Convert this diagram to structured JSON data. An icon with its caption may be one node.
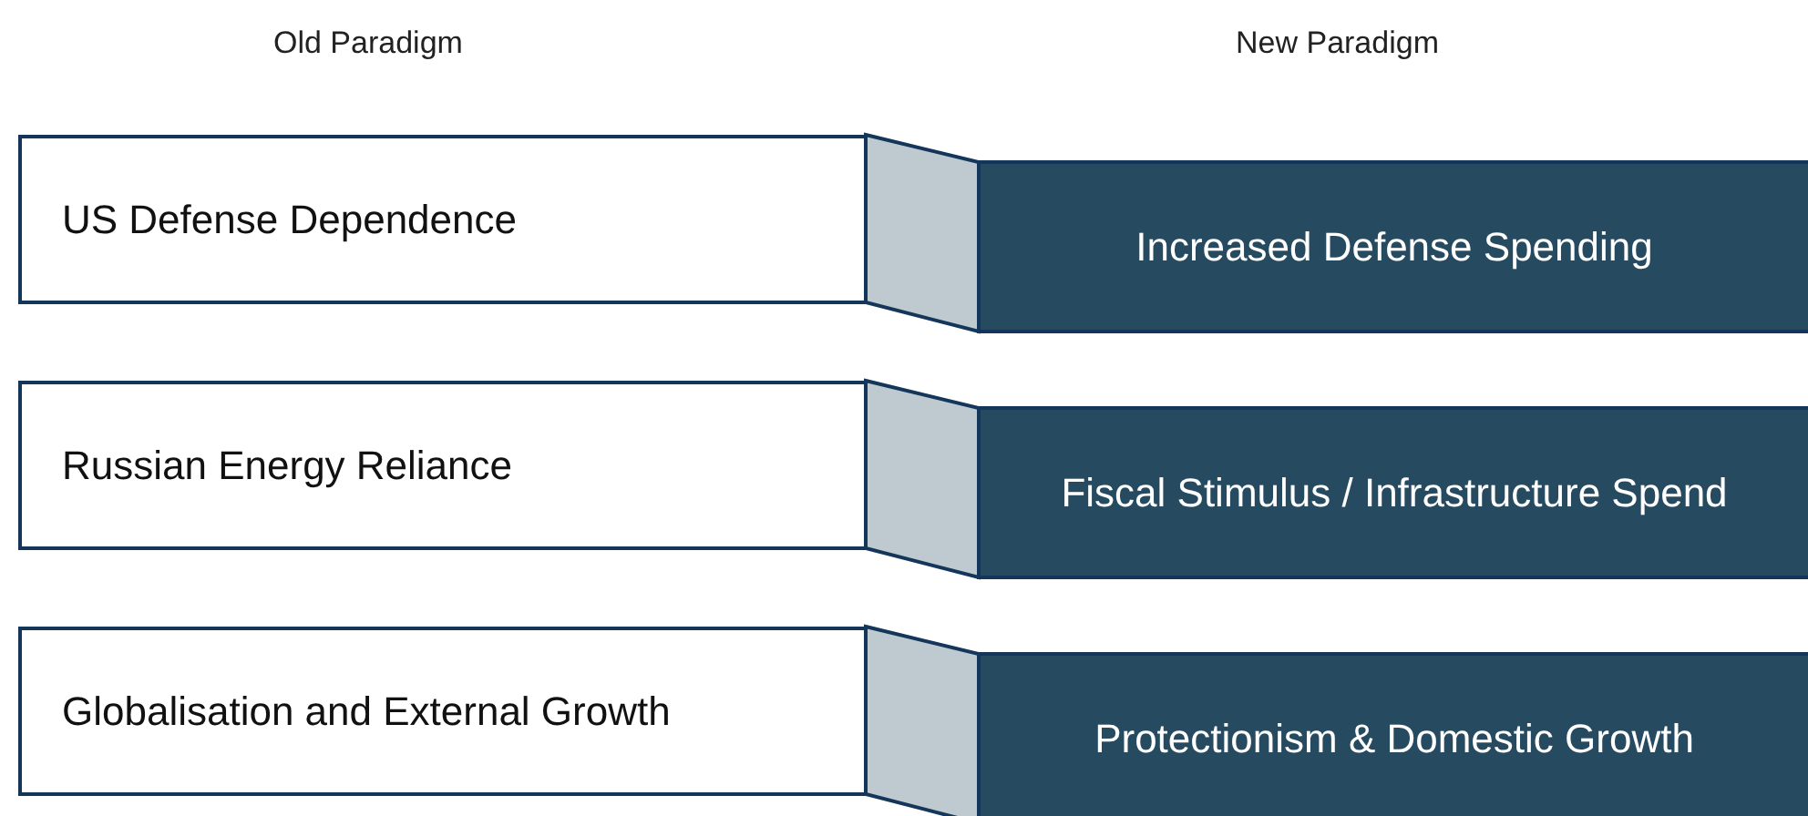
{
  "diagram": {
    "nodes": [
      {
        "text": [
          "US Defense Dependence"
        ]
      },
      {
        "text": [
          "Increased Defense Spending"
        ]
      },
      {
        "text": [
          "Russian Energy Reliance"
        ]
      },
      {
        "text": [
          "Fiscal Stimulus / Infrastructure Spend"
        ]
      },
      {
        "text": [
          "Globalisation and External Growth"
        ]
      },
      {
        "text": [
          "Protectionism & Domestic Growth"
        ]
      }
    ],
    "edges": [
      {
        "from": 0,
        "to": 1,
        "arrow": "none"
      },
      {
        "from": 2,
        "to": 3,
        "arrow": "none"
      },
      {
        "from": 4,
        "to": 5,
        "arrow": "none"
      }
    ],
    "labels": [
      "Old Paradigm",
      "New Paradigm"
    ]
  }
}
